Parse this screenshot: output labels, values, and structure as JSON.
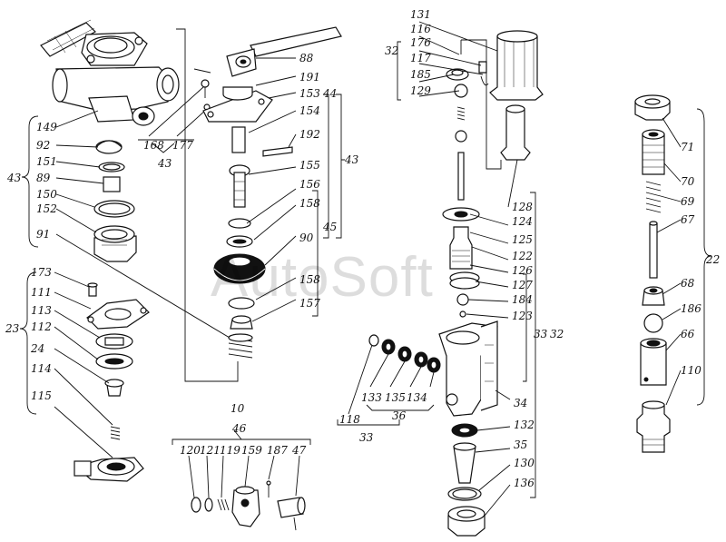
{
  "labels": {
    "l131": "131",
    "l116": "116",
    "l176": "176",
    "l117": "117",
    "l185": "185",
    "l129": "129",
    "l32a": "32",
    "l88": "88",
    "l191": "191",
    "l153": "153",
    "l44": "44",
    "l154": "154",
    "l192": "192",
    "l155": "155",
    "l156": "156",
    "l158a": "158",
    "l45": "45",
    "l90": "90",
    "l158b": "158",
    "l157": "157",
    "l43r": "43",
    "l149": "149",
    "l92": "92",
    "l151": "151",
    "l89": "89",
    "l150": "150",
    "l152": "152",
    "l91": "91",
    "l43l": "43",
    "l168": "168",
    "l177": "177",
    "l43m": "43",
    "l173": "173",
    "l111": "111",
    "l113": "113",
    "l112": "112",
    "l24": "24",
    "l114": "114",
    "l115": "115",
    "l23": "23",
    "l10": "10",
    "l46": "46",
    "l120": "120",
    "l121": "121",
    "l119": "119",
    "l159": "159",
    "l187": "187",
    "l47": "47",
    "l118": "118",
    "l133": "133",
    "l135": "135",
    "l134": "134",
    "l36": "36",
    "l33b": "33",
    "l128": "128",
    "l124": "124",
    "l125": "125",
    "l122": "122",
    "l126": "126",
    "l127": "127",
    "l184": "184",
    "l123": "123",
    "l33": "33",
    "l32b": "32",
    "l34": "34",
    "l132": "132",
    "l35": "35",
    "l130": "130",
    "l136": "136",
    "l71": "71",
    "l70": "70",
    "l69": "69",
    "l67": "67",
    "l68": "68",
    "l186": "186",
    "l66": "66",
    "l110": "110",
    "l22": "22"
  },
  "watermark": "AutoSoft"
}
